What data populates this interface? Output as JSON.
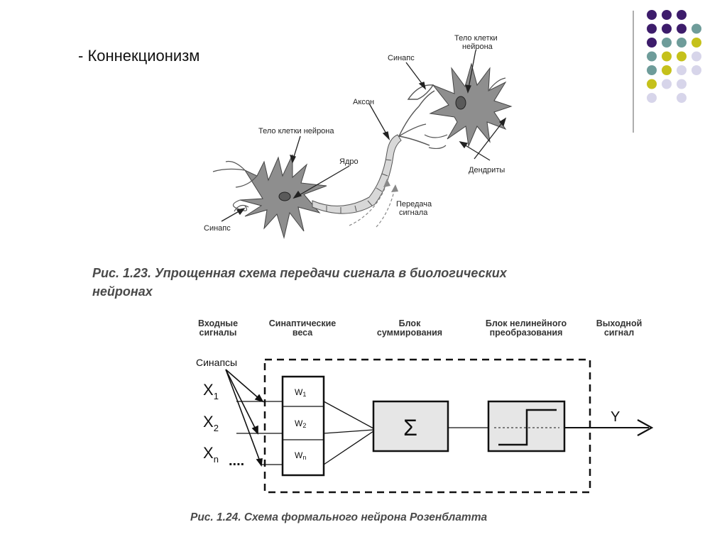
{
  "slide": {
    "title": "- Коннекционизм"
  },
  "decor": {
    "colors": {
      "purple": "#3d1c6b",
      "teal": "#6e9c9a",
      "olive": "#c5c11b",
      "lavender": "#d7d5ea"
    }
  },
  "neuron_figure": {
    "labels": {
      "synapse_left": "Синапс",
      "body_left": "Тело клетки нейрона",
      "nucleus": "Ядро",
      "axon": "Аксон",
      "synapse_top": "Синапс",
      "body_right_line1": "Тело клетки",
      "body_right_line2": "нейрона",
      "dendrites": "Дендриты",
      "transfer_line1": "Передача",
      "transfer_line2": "сигнала"
    },
    "caption_line1": "Рис. 1.23. Упрощенная схема передачи сигнала в биологических",
    "caption_line2": "нейронах"
  },
  "model_figure": {
    "headers": {
      "inputs_line1": "Входные",
      "inputs_line2": "сигналы",
      "weights_line1": "Синаптические",
      "weights_line2": "веса",
      "sum_line1": "Блок",
      "sum_line2": "суммирования",
      "nonlin_line1": "Блок нелинейного",
      "nonlin_line2": "преобразования",
      "output_line1": "Выходной",
      "output_line2": "сигнал"
    },
    "synapses_label": "Синапсы",
    "inputs": [
      {
        "base": "X",
        "sub": "1"
      },
      {
        "base": "X",
        "sub": "2"
      },
      {
        "base": "X",
        "sub": "n"
      }
    ],
    "ellipsis": "....",
    "weights": [
      {
        "base": "W",
        "sub": "1"
      },
      {
        "base": "W",
        "sub": "2"
      },
      {
        "base": "W",
        "sub": "n"
      }
    ],
    "sum_symbol": "Σ",
    "output": "Y",
    "caption": "Рис. 1.24. Схема формального нейрона Розенблатта"
  }
}
